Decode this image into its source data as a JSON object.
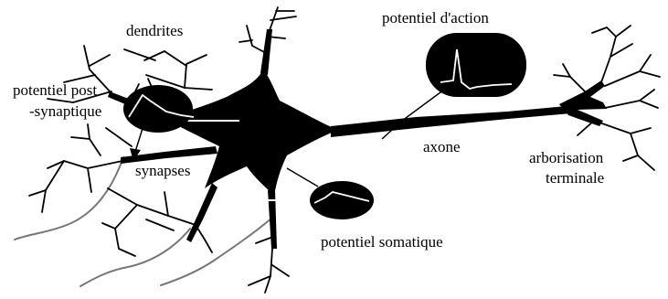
{
  "diagram": {
    "colors": {
      "neuron": "#000000",
      "presynaptic": "#777777",
      "trace": "#ffffff",
      "background": "#ffffff"
    },
    "labels": {
      "dendrites": "dendrites",
      "action_potential": "potentiel d'action",
      "postsyn_line1": "potentiel post",
      "postsyn_line2": "-synaptique",
      "synapses": "synapses",
      "axon": "axone",
      "terminal_line1": "arborisation",
      "terminal_line2": "terminale",
      "somatic": "potentiel somatique"
    }
  }
}
